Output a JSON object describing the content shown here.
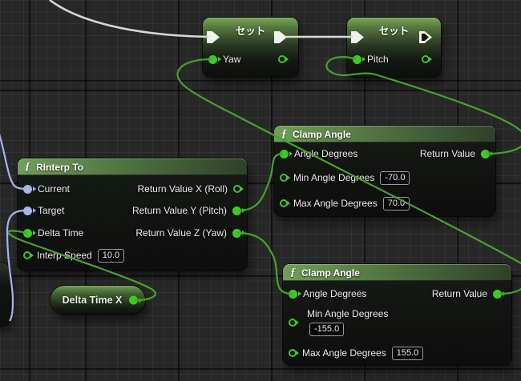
{
  "canvas": {
    "background": "#272727",
    "wire_exec_color": "#d8d8d8",
    "wire_data_color": "#46a32f",
    "wire_rotator_color": "#a9b3ea",
    "pin_green": "#3fc926",
    "pin_rotator": "#a9b3ea"
  },
  "set_yaw": {
    "title": "セット",
    "input_pin": "Yaw"
  },
  "set_pitch": {
    "title": "セット",
    "input_pin": "Pitch"
  },
  "rinterp": {
    "icon": "ƒ",
    "title": "RInterp To",
    "inputs": {
      "current": "Current",
      "target": "Target",
      "delta_time": "Delta Time",
      "interp_speed": "Interp Speed"
    },
    "interp_speed_value": "10.0",
    "outputs": {
      "x": "Return Value X (Roll)",
      "y": "Return Value Y (Pitch)",
      "z": "Return Value Z (Yaw)"
    }
  },
  "clamp_pitch": {
    "icon": "ƒ",
    "title": "Clamp Angle",
    "inputs": {
      "angle": "Angle Degrees",
      "min": "Min Angle Degrees",
      "max": "Max Angle Degrees"
    },
    "min_value": "-70.0",
    "max_value": "70.0",
    "output": "Return Value"
  },
  "clamp_yaw": {
    "icon": "ƒ",
    "title": "Clamp Angle",
    "inputs": {
      "angle": "Angle Degrees",
      "min": "Min Angle Degrees",
      "max": "Max Angle Degrees"
    },
    "min_value": "-155.0",
    "max_value": "155.0",
    "output": "Return Value"
  },
  "delta_time_x": {
    "label": "Delta Time X"
  }
}
